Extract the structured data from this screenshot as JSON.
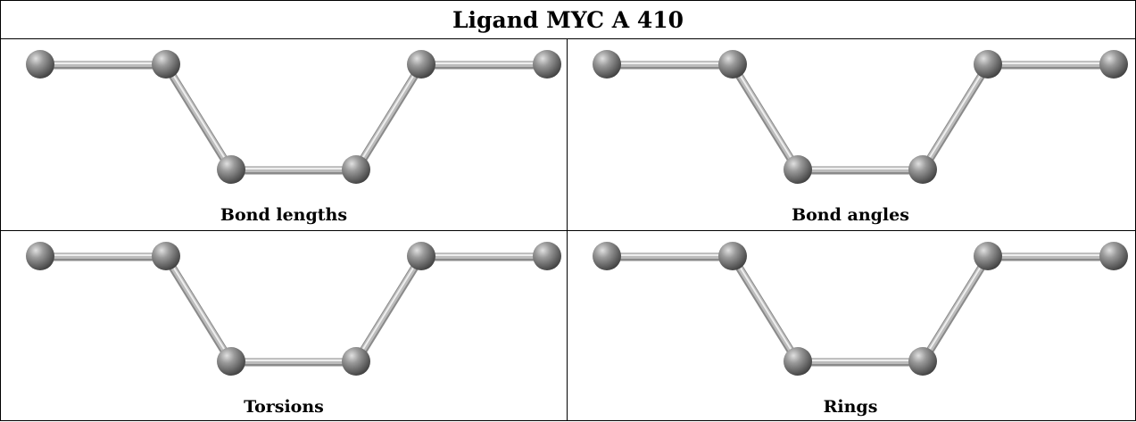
{
  "title": "Ligand MYC A 410",
  "panels": [
    {
      "caption": "Bond lengths"
    },
    {
      "caption": "Bond angles"
    },
    {
      "caption": "Torsions"
    },
    {
      "caption": "Rings"
    }
  ],
  "colors": {
    "atom": "#7a7a7a",
    "atom_highlight": "#d6d6d6",
    "bond": "#bcbcbc",
    "border": "#000000"
  }
}
